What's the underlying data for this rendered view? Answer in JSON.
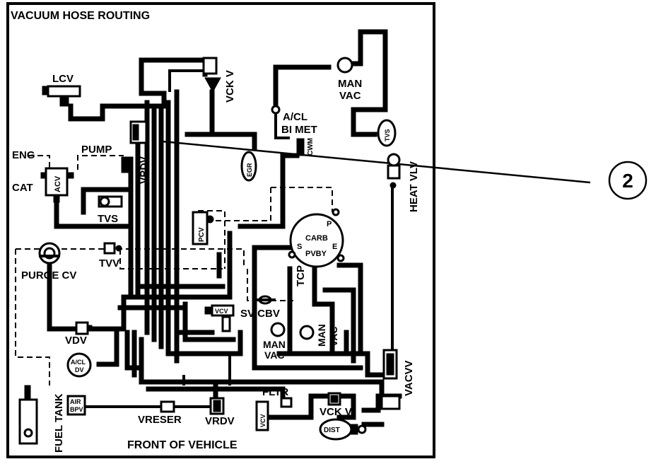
{
  "diagram": {
    "title": "VACUUM HOSE ROUTING",
    "callout_number": "2",
    "footer": "FRONT OF VEHICLE",
    "labels": {
      "lcv": "LCV",
      "vck_v_top": "VCK V",
      "man_vac_top": "MAN",
      "man_vac_top_2": "VAC",
      "acl_bimet_1": "A/CL",
      "acl_bimet_2": "BI MET",
      "cwm": "CWM",
      "tvs_right": "TVS",
      "heat_vlv": "HEAT VLV",
      "eng": "ENG",
      "cat": "CAT",
      "acv": "ACV",
      "pump": "PUMP",
      "vrdv_top": "VRDV",
      "egr": "EGR",
      "tvs_left": "TVS",
      "pcv": "PCV",
      "carb": "CARB",
      "carb_s": "S",
      "carb_p": "P",
      "carb_pvby": "PVBY",
      "carb_e": "E",
      "tcp": "TCP",
      "purge_cv": "PURGE CV",
      "tvv": "TVV",
      "vcv_mid": "VCV",
      "sv_cbv": "SV-CBV",
      "man_vac_mid_1": "MAN",
      "man_vac_mid_2": "VAC",
      "man_vac_right_1": "MAN",
      "man_vac_right_2": "VAC",
      "vdv": "VDV",
      "acl_dv_1": "A/CL",
      "acl_dv_2": "DV",
      "vacvv": "VACVV",
      "fuel_tank": "FUEL TANK",
      "air_bpv_1": "AIR",
      "air_bpv_2": "BPV",
      "fltr": "FLTR",
      "vcv_low": "VCV",
      "vck_v_low": "VCK V",
      "vreser": "VRESER",
      "vrdv_low": "VRDV",
      "dist": "DIST"
    }
  }
}
